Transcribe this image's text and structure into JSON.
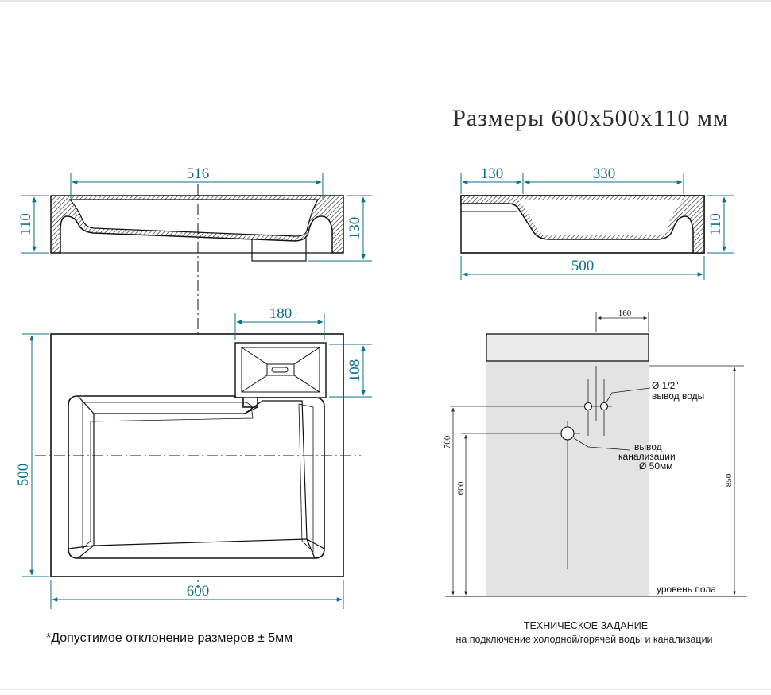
{
  "title": "Размеры 600х500х110 мм",
  "colors": {
    "dimension": "#0e6f8f",
    "outline": "#111111",
    "zone": "#e3e3e3",
    "frame": "#cccccc"
  },
  "section_front": {
    "dim_width": "516",
    "dim_height_left": "110",
    "dim_height_right": "130"
  },
  "section_side": {
    "dim_part_left": "130",
    "dim_part_right": "330",
    "dim_height": "110",
    "dim_total": "500"
  },
  "plan": {
    "dim_width": "600",
    "dim_depth": "500",
    "dim_shelf_width": "180",
    "dim_shelf_depth": "108"
  },
  "plumbing": {
    "dim_top": "160",
    "dim_700": "700",
    "dim_600": "600",
    "dim_850": "850",
    "water_label_1": "Ø 1/2\"",
    "water_label_2": "вывод воды",
    "drain_label_1": "вывод",
    "drain_label_2": "канализации",
    "drain_label_3": "Ø 50мм",
    "floor_label": "уровень пола"
  },
  "caption": {
    "main": "ТЕХНИЧЕСКОЕ ЗАДАНИЕ",
    "sub": "на подключение холодной/горячей воды и канализации"
  },
  "note": "*Допустимое отклонение размеров ± 5мм"
}
